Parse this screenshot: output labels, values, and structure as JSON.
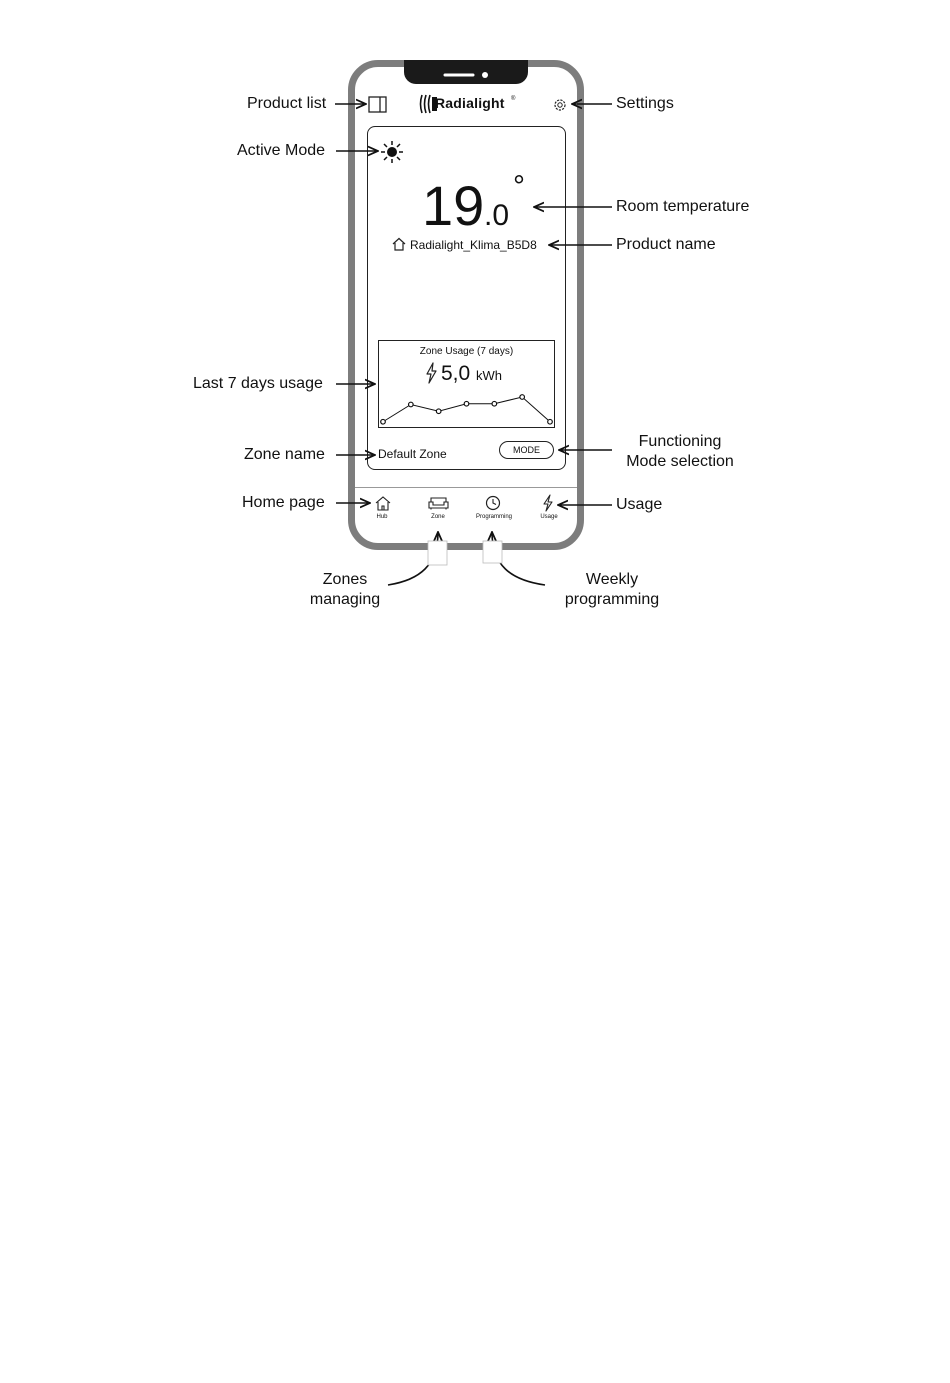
{
  "header": {
    "logo_text": "Radialight",
    "logo_reg": "®"
  },
  "main": {
    "temperature_integer": "19",
    "temperature_decimal": ".0",
    "temperature_degree": "°",
    "product_name": "Radialight_Klima_B5D8",
    "usage": {
      "title": "Zone Usage (7 days)",
      "value": "5,0",
      "unit": "kWh",
      "weekly_series": [
        0.3,
        2.6,
        1.7,
        2.7,
        2.7,
        3.6,
        0.3
      ]
    },
    "zone_name": "Default Zone",
    "mode_button_label": "MODE"
  },
  "nav": {
    "items": [
      {
        "label": "Hub",
        "icon": "home-icon"
      },
      {
        "label": "Zone",
        "icon": "sofa-icon"
      },
      {
        "label": "Programming",
        "icon": "clock-icon"
      },
      {
        "label": "Usage",
        "icon": "lightning-icon"
      }
    ]
  },
  "callouts": {
    "product_list": "Product list",
    "settings": "Settings",
    "active_mode": "Active Mode",
    "room_temperature": "Room temperature",
    "product_name": "Product name",
    "last_7_days_usage": "Last 7 days usage",
    "zone_name": "Zone name",
    "functioning_mode_selection": "Functioning\nMode selection",
    "home_page": "Home page",
    "usage": "Usage",
    "zones_managing": "Zones\nmanaging",
    "weekly_programming": "Weekly\nprogramming"
  },
  "icons": {
    "product_list": "product-list-icon",
    "settings": "gear-icon",
    "active_mode": "sun-icon",
    "product": "house-icon",
    "usage": "lightning-icon"
  }
}
